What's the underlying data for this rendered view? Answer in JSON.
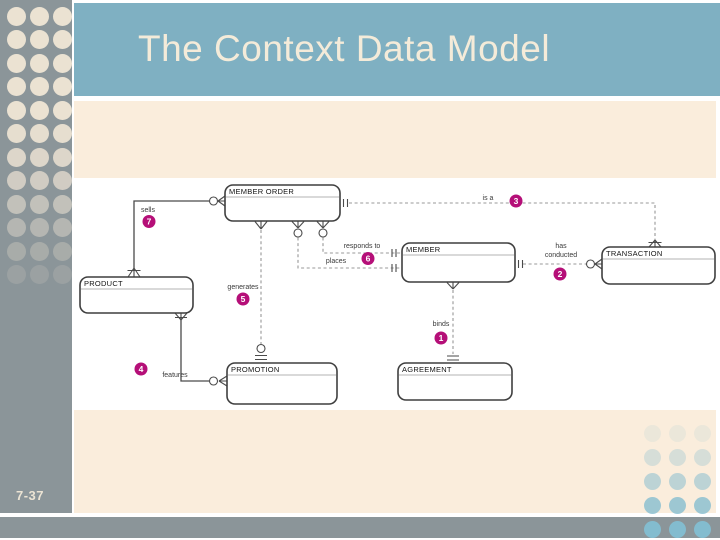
{
  "slide": {
    "title": "The Context Data Model",
    "page_number": "7-37"
  },
  "diagram": {
    "entities": {
      "member_order": "MEMBER ORDER",
      "product": "PRODUCT",
      "member": "MEMBER",
      "transaction": "TRANSACTION",
      "promotion": "PROMOTION",
      "agreement": "AGREEMENT"
    },
    "relationships": {
      "sells": {
        "num": "7",
        "label": "sells"
      },
      "generates": {
        "num": "5",
        "label": "generates"
      },
      "features": {
        "num": "4",
        "label": "features"
      },
      "responds_to": {
        "label": "responds to"
      },
      "places": {
        "num": "6",
        "label": "places"
      },
      "is_a": {
        "num": "3",
        "label": "is a"
      },
      "has_conducted": {
        "num": "2",
        "label_line1": "has",
        "label_line2": "conducted"
      },
      "binds": {
        "num": "1",
        "label": "binds"
      }
    }
  },
  "colors": {
    "title_bar_blue": "#7fb0c2",
    "sidebar_gray": "#8b9599",
    "cream_band": "#faeddc",
    "cream_dot": "#ebe2d2",
    "corner_dot_blue": "#83bccf",
    "badge_magenta": "#b50f78",
    "title_text_cream": "#f4ebd9"
  }
}
